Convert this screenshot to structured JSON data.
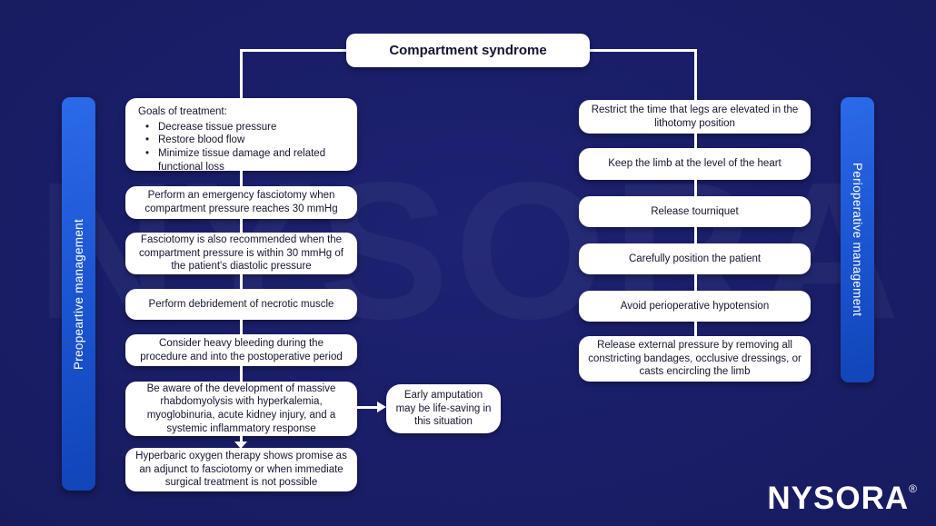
{
  "title": "Compartment syndrome",
  "watermark": "NYSORA",
  "left_bar": {
    "label": "Preopeartive management"
  },
  "right_bar": {
    "label": "Perioperative management"
  },
  "left_column": {
    "goals": {
      "heading": "Goals of treatment:",
      "bullets": [
        "Decrease tissue pressure",
        "Restore blood flow",
        "Minimize tissue damage and related functional loss"
      ]
    },
    "boxes": [
      "Perform an emergency fasciotomy when compartment pressure reaches 30 mmHg",
      "Fasciotomy is also recommended when the compartment pressure is within 30 mmHg of the patient's diastolic pressure",
      "Perform debridement of necrotic muscle",
      "Consider heavy bleeding during the procedure and into the postoperative period",
      "Be aware of the development of massive rhabdomyolysis with hyperkalemia, myoglobinuria, acute kidney injury, and a systemic inflammatory response",
      "Hyperbaric oxygen therapy shows promise as an adjunct to fasciotomy or when immediate surgical treatment is not possible"
    ],
    "branch_box": "Early amputation may be life-saving in this situation"
  },
  "right_column": {
    "boxes": [
      "Restrict the time that legs are elevated in the lithotomy position",
      "Keep the limb at the level of the heart",
      "Release tourniquet",
      "Carefully position the patient",
      "Avoid perioperative hypotension",
      "Release external pressure by removing all constricting bandages, occlusive dressings, or casts encircling the limb"
    ]
  },
  "logo": {
    "text": "NYSORA",
    "registered": "®"
  },
  "colors": {
    "background": "#1a1e68",
    "sidebar_blue": "#1d57d4",
    "box_background": "#ffffff",
    "box_text": "#14162f",
    "connector": "#ffffff"
  }
}
